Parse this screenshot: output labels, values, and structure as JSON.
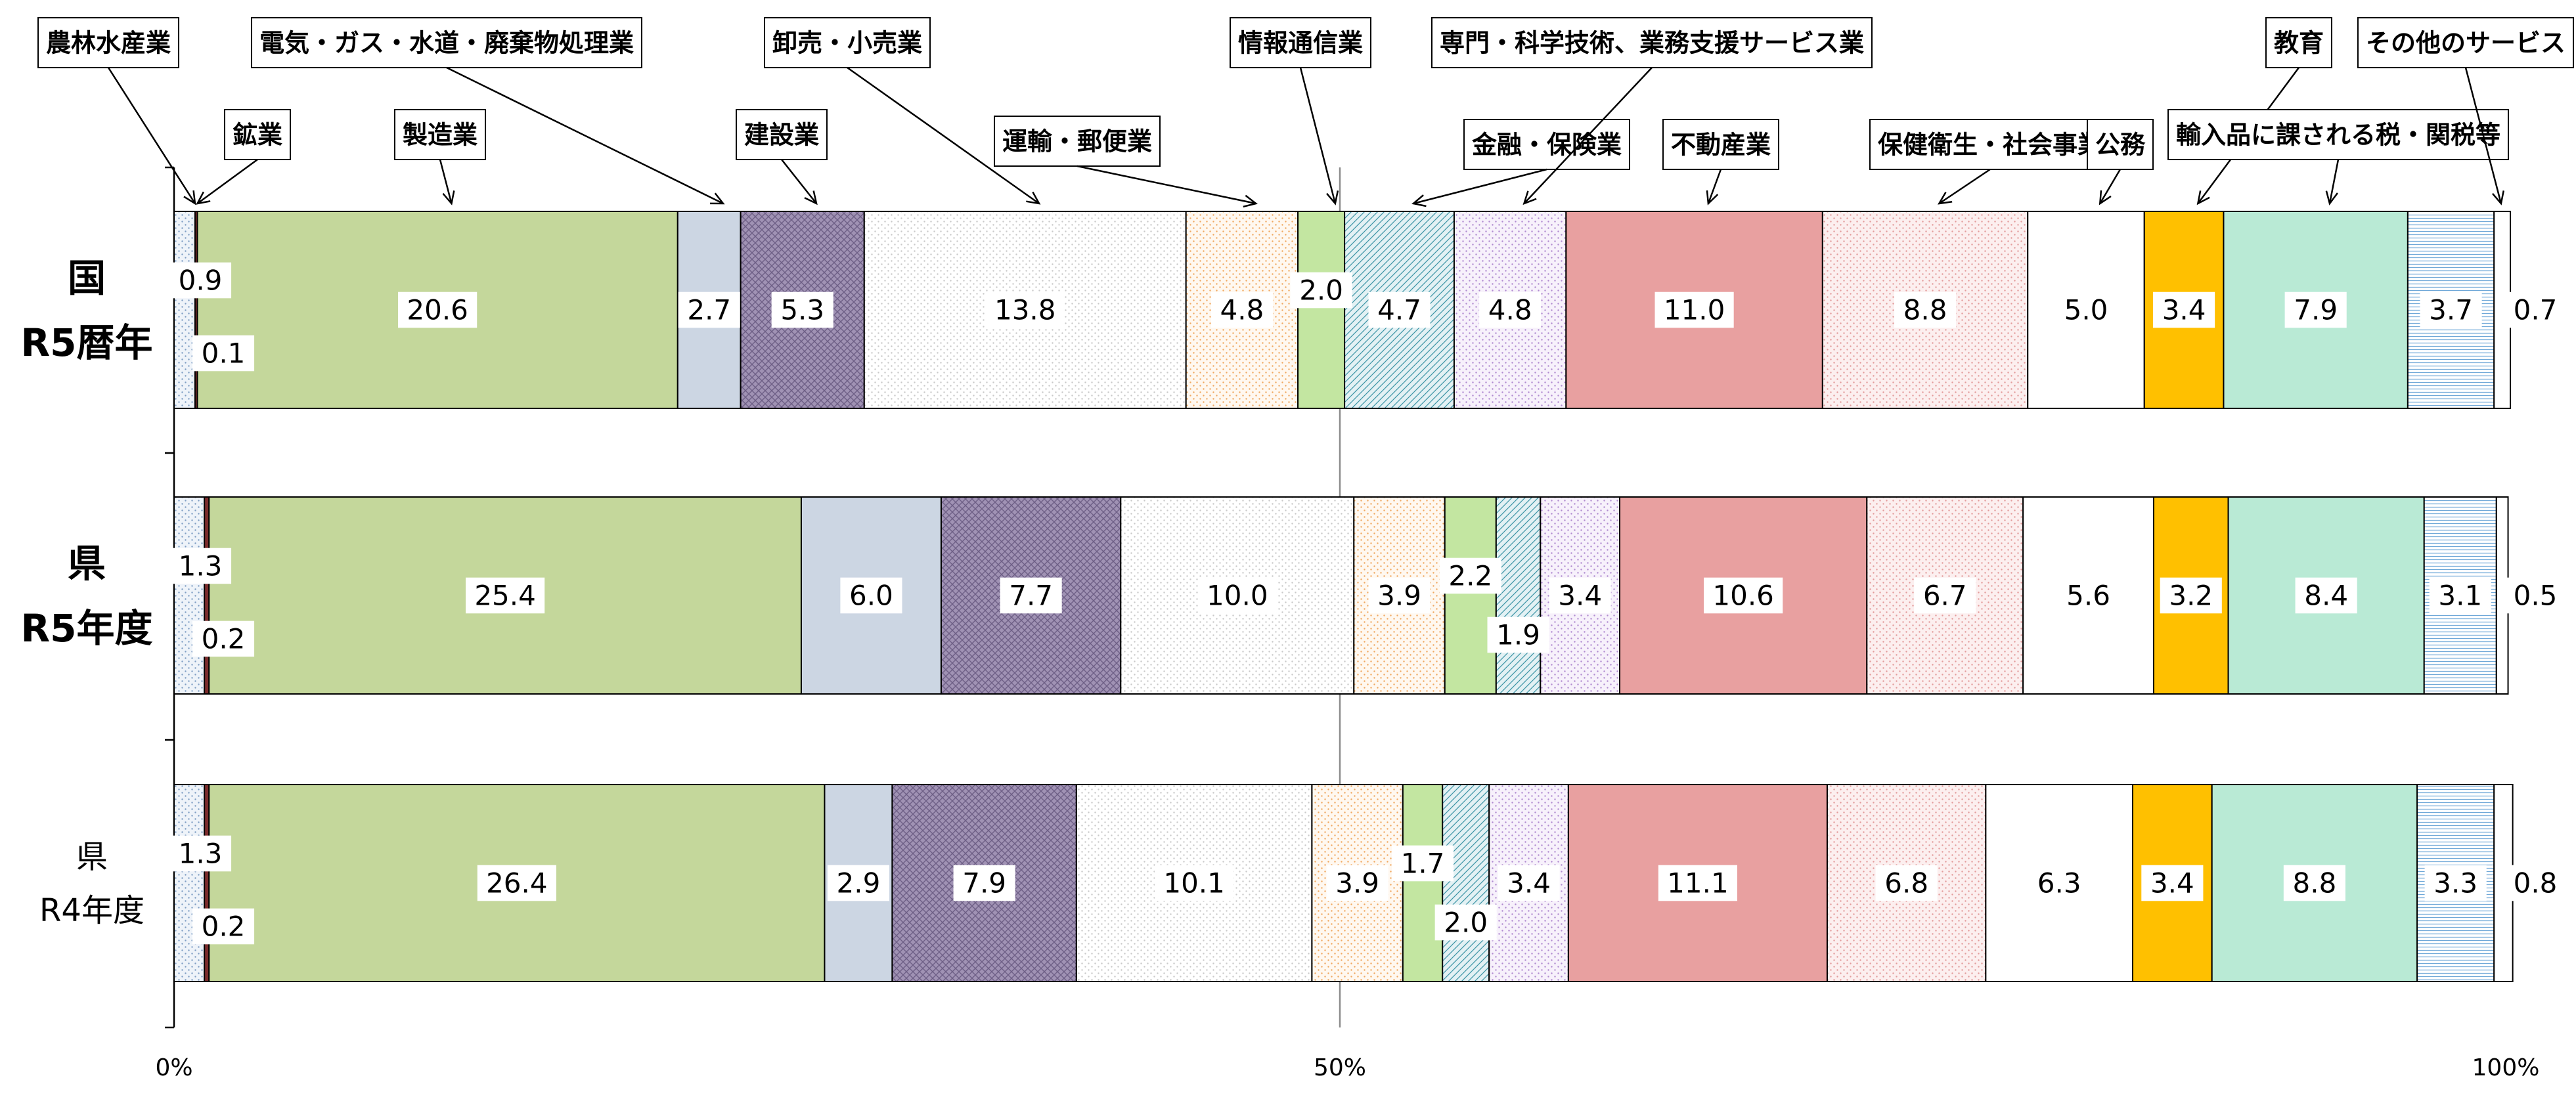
{
  "chart_data": {
    "type": "bar",
    "orientation": "horizontal",
    "stacked": "100%",
    "rows": [
      {
        "label": "国\nR5暦年"
      },
      {
        "label": "県\nR5年度"
      },
      {
        "label": "県\nR4年度"
      }
    ],
    "xlim": [
      0,
      100
    ],
    "x_ticks": [
      "0%",
      "50%",
      "100%"
    ],
    "grid": "vertical line at 50%",
    "series": [
      {
        "name": "農林水産業",
        "values": [
          0.9,
          1.3,
          1.3
        ],
        "color": "#dce6f1",
        "pattern": "dots"
      },
      {
        "name": "鉱業",
        "values": [
          0.1,
          0.2,
          0.2
        ],
        "color": "#7b2c2c",
        "pattern": "solid"
      },
      {
        "name": "製造業",
        "values": [
          20.6,
          25.4,
          26.4
        ],
        "color": "#c4d79b",
        "pattern": "solid"
      },
      {
        "name": "電気・ガス・水道・廃棄物処理業",
        "values": [
          2.7,
          6.0,
          2.9
        ],
        "color": "#ccd6e3",
        "pattern": "solid"
      },
      {
        "name": "建設業",
        "values": [
          5.3,
          7.7,
          7.9
        ],
        "color": "#a497b7",
        "pattern": "cross"
      },
      {
        "name": "卸売・小売業",
        "values": [
          13.8,
          10.0,
          10.1
        ],
        "color": "#fdfdfd",
        "pattern": "fine-dots"
      },
      {
        "name": "運輸・郵便業",
        "values": [
          4.8,
          3.9,
          3.9
        ],
        "color": "#fff6ec",
        "pattern": "orange-dots"
      },
      {
        "name": "情報通信業",
        "values": [
          2.0,
          2.2,
          1.7
        ],
        "color": "#c3e6a1",
        "pattern": "solid"
      },
      {
        "name": "金融・保険業",
        "values": [
          4.7,
          1.9,
          2.0
        ],
        "color": "#e6f0f4",
        "pattern": "teal-hatch"
      },
      {
        "name": "専門・科学技術、業務支援サービス業",
        "values": [
          4.8,
          3.4,
          3.4
        ],
        "color": "#f4eefa",
        "pattern": "purple-dots"
      },
      {
        "name": "不動産業",
        "values": [
          11.0,
          10.6,
          11.1
        ],
        "color": "#e8a0a0",
        "pattern": "solid"
      },
      {
        "name": "保健衛生・社会事業",
        "values": [
          8.8,
          6.7,
          6.8
        ],
        "color": "#faeaea",
        "pattern": "pink-dots"
      },
      {
        "name": "公務",
        "values": [
          5.0,
          5.6,
          6.3
        ],
        "color": "#ffffff",
        "pattern": "solid"
      },
      {
        "name": "教育",
        "values": [
          3.4,
          3.2,
          3.4
        ],
        "color": "#ffc000",
        "pattern": "solid"
      },
      {
        "name": "輸入品に課される税・関税等",
        "values": [
          7.9,
          8.4,
          8.8
        ],
        "color": "#b9ead5",
        "pattern": "solid"
      },
      {
        "name": "その他のサービス",
        "values": [
          3.7,
          3.1,
          3.3
        ],
        "color": "#e9f2fa",
        "pattern": "blue-lines"
      },
      {
        "name": "",
        "values": [
          0.7,
          0.5,
          0.8
        ],
        "color": "#ffffff",
        "pattern": "solid"
      }
    ],
    "value_labels": [
      [
        "0.9",
        "0.1",
        "20.6",
        "2.7",
        "5.3",
        "13.8",
        "4.8",
        "2.0",
        "4.7",
        "4.8",
        "11.0",
        "8.8",
        "5.0",
        "3.4",
        "7.9",
        "3.7",
        "0.7"
      ],
      [
        "1.3",
        "0.2",
        "25.4",
        "6.0",
        "7.7",
        "10.0",
        "3.9",
        "2.2",
        "1.9",
        "3.4",
        "10.6",
        "6.7",
        "5.6",
        "3.2",
        "8.4",
        "3.1",
        "0.5"
      ],
      [
        "1.3",
        "0.2",
        "26.4",
        "2.9",
        "7.9",
        "10.1",
        "3.9",
        "1.7",
        "2.0",
        "3.4",
        "11.1",
        "6.8",
        "6.3",
        "3.4",
        "8.8",
        "3.3",
        "0.8"
      ]
    ]
  }
}
